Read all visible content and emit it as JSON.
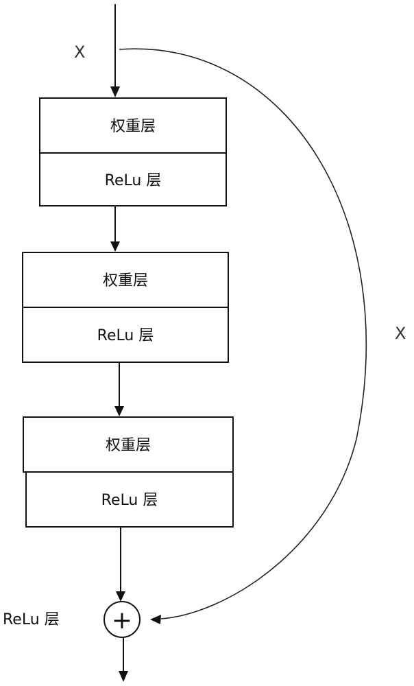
{
  "diagram": {
    "input_label": "X",
    "skip_label": "X",
    "blocks": [
      {
        "weight_label": "权重层",
        "relu_label": "ReLu 层"
      },
      {
        "weight_label": "权重层",
        "relu_label": "ReLu 层"
      },
      {
        "weight_label": "权重层",
        "relu_label": "ReLu 层"
      }
    ],
    "sum_label": "ReLu 层",
    "sum_symbol": "+"
  }
}
